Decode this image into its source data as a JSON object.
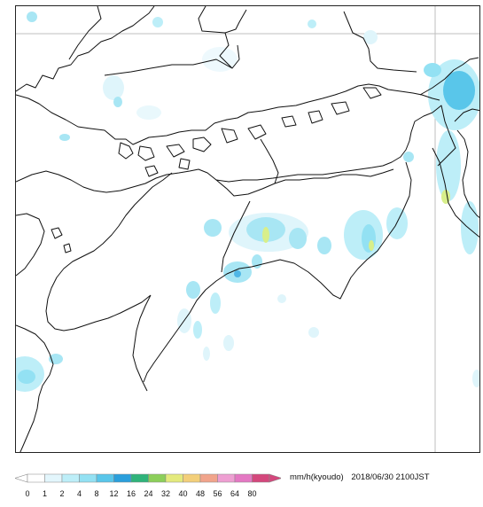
{
  "map": {
    "grid_color": "#bfbfbf",
    "coast_color": "#111111",
    "rain_colors": {
      "very_light": "#dff5fb",
      "light": "#a8e6f4",
      "moderate": "#7fd7ee",
      "heavy": "#d8ef8a",
      "accent": "#4fb7e6"
    }
  },
  "legend": {
    "ticks": [
      "0",
      "1",
      "2",
      "4",
      "8",
      "12",
      "16",
      "24",
      "32",
      "40",
      "48",
      "56",
      "64",
      "80"
    ],
    "colors": [
      "#ffffff",
      "#e3f6fc",
      "#bdeef8",
      "#93e1f3",
      "#59c6ea",
      "#2a9fdc",
      "#2fb37a",
      "#8ccf5a",
      "#e4ea7d",
      "#f3cf7a",
      "#f1a48b",
      "#ee9fd2",
      "#e478c3",
      "#d4477c"
    ],
    "unit": "mm/h(kyoudo)",
    "timestamp": "2018/06/30 2100JST"
  }
}
